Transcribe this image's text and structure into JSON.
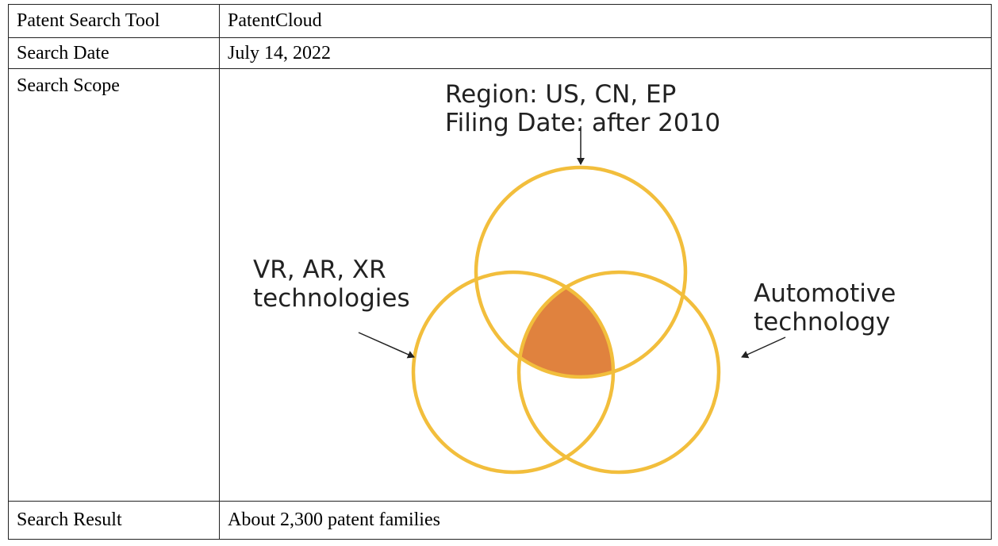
{
  "rows": [
    {
      "label": "Patent Search Tool",
      "value": "PatentCloud"
    },
    {
      "label": "Search Date",
      "value": "July 14, 2022"
    },
    {
      "label": "Search Scope"
    },
    {
      "label": "Search Result",
      "value": "About 2,300 patent families"
    }
  ],
  "venn": {
    "top_label": [
      "Region: US, CN, EP",
      "Filing Date: after 2010"
    ],
    "left_label": [
      "VR, AR, XR",
      "technologies"
    ],
    "right_label": [
      "Automotive",
      "technology"
    ],
    "circle_color": "#F2BE3C",
    "intersection_color": "#E0823E"
  }
}
